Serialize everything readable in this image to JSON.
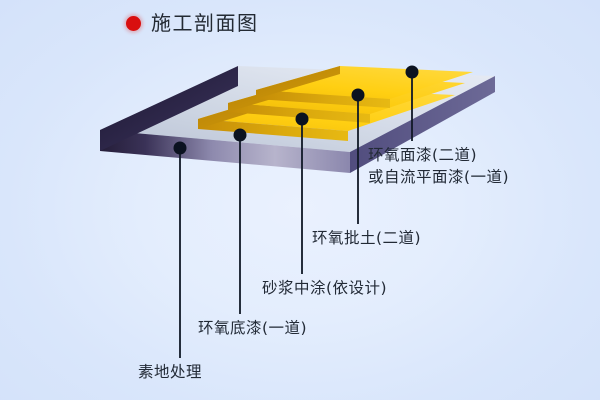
{
  "title": {
    "bullet": "red-dot",
    "text": "施工剖面图"
  },
  "diagram": {
    "name": "construction-cross-section-diagram",
    "base_layer_label": "素地处理",
    "colors": {
      "background": "#dbe7fc",
      "slab_top": "#cfd7e6",
      "slab_top_light": "#dde4ef",
      "slab_front_dark": "#2b2344",
      "slab_front_light": "#6b6799",
      "slab_side": "#4b4676",
      "coating_top": "#ffd215",
      "coating_top_dark": "#f0b70d",
      "coating_edge": "#d9a012",
      "leader_line": "#101826",
      "leader_dot": "#0b1220",
      "title_dot": "#d90f0f",
      "text": "#222a36"
    }
  },
  "labels": [
    {
      "id": "topcoat",
      "line1": "环氧面漆(二道)",
      "line2": "或自流平面漆(一道)"
    },
    {
      "id": "putty",
      "line1": "环氧批土(二道)",
      "line2": ""
    },
    {
      "id": "mortar",
      "line1": "砂浆中涂(依设计)",
      "line2": ""
    },
    {
      "id": "primer",
      "line1": "环氧底漆(一道)",
      "line2": ""
    },
    {
      "id": "substrate",
      "line1": "素地处理",
      "line2": ""
    }
  ]
}
